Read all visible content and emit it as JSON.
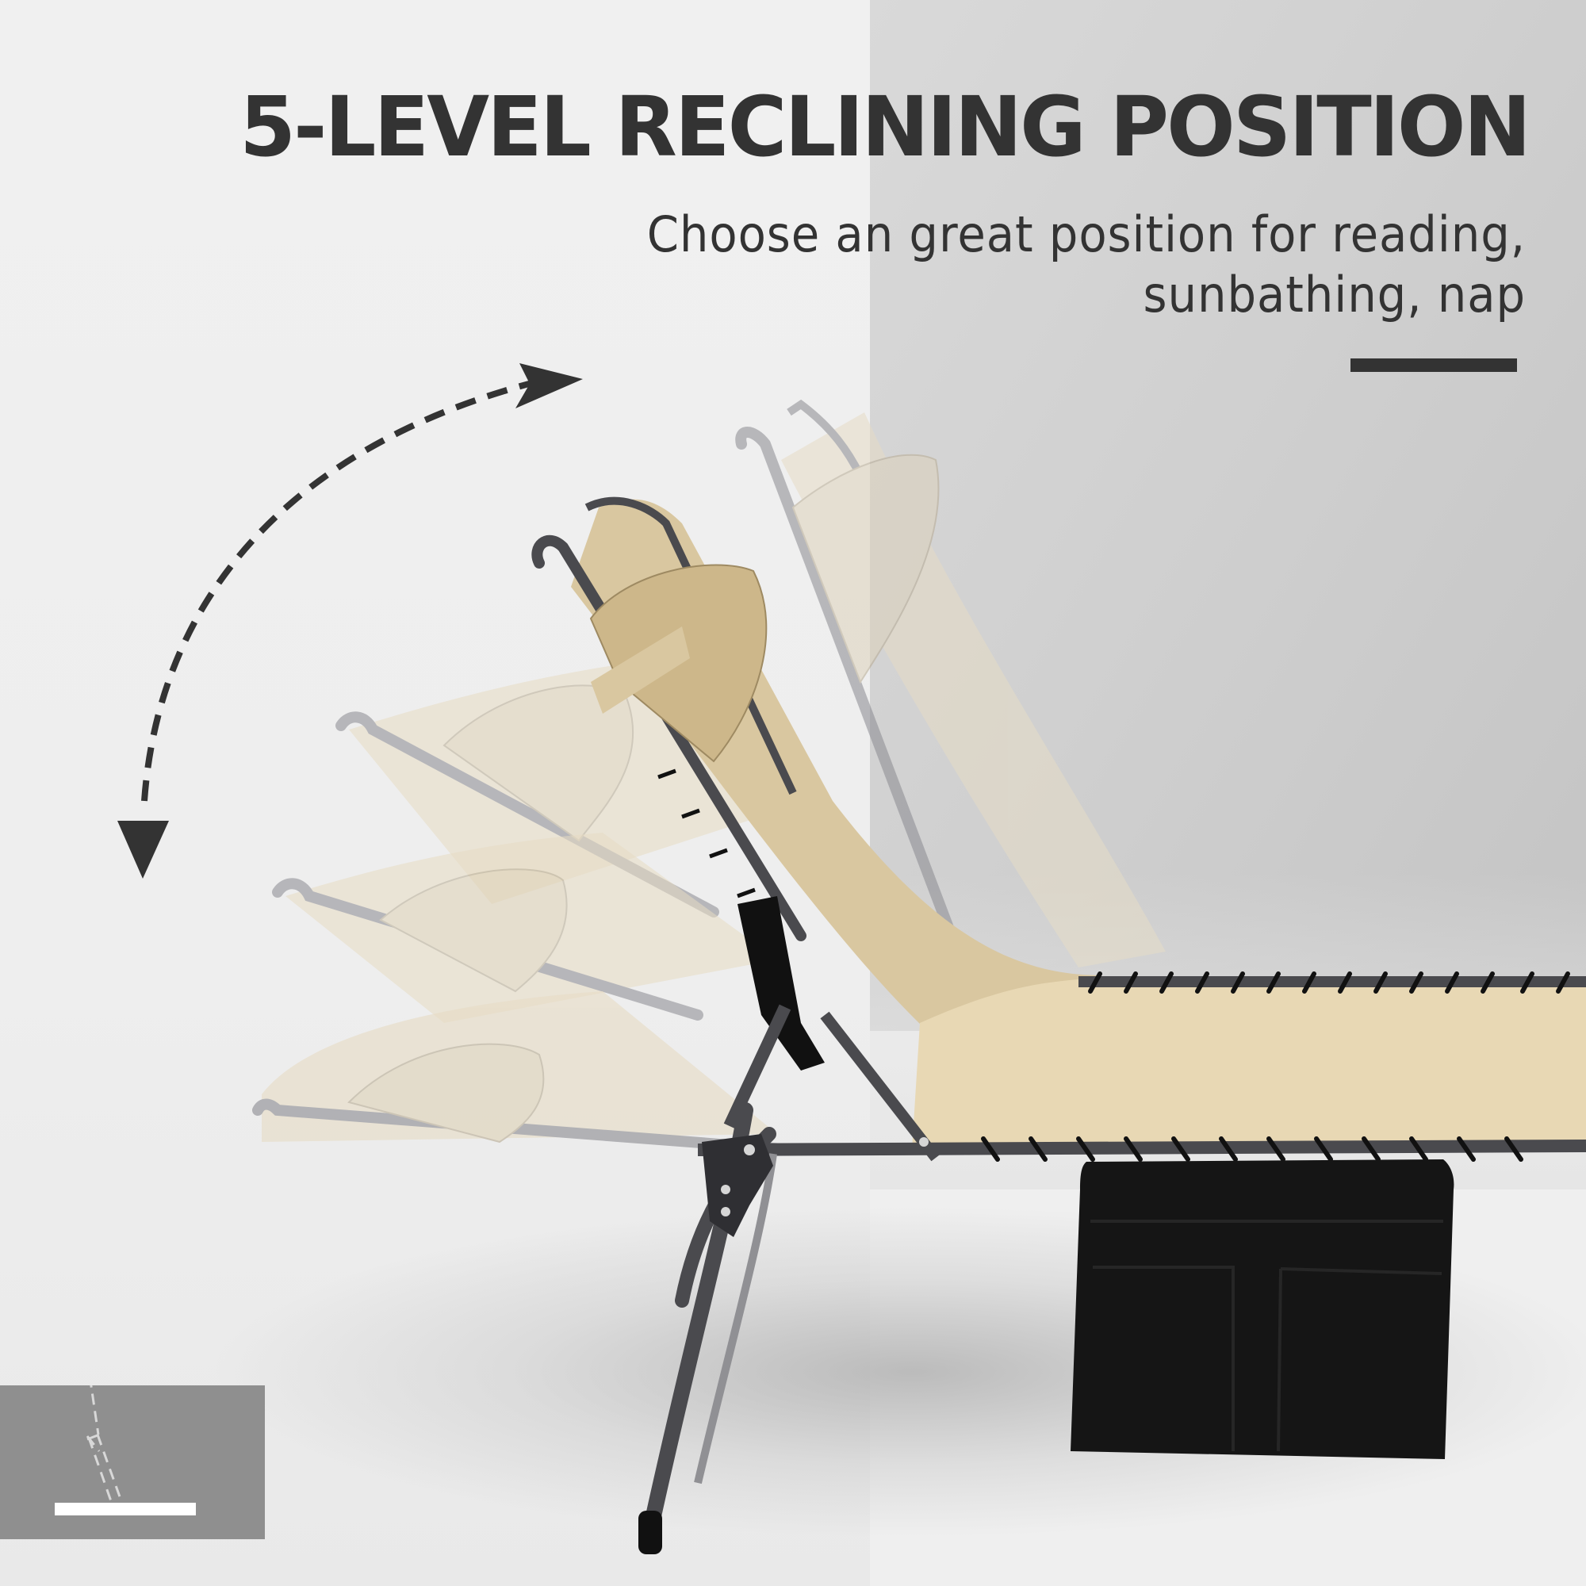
{
  "feature": {
    "headline": "5-LEVEL RECLINING POSITION",
    "subtitle_line1": "Choose an great position for reading,",
    "subtitle_line2": "sunbathing, nap"
  },
  "product": {
    "name": "folding reclining sun lounger",
    "fabric_color": "#e8d8b4",
    "frame_color": "#4a4a4e",
    "pocket_color": "#151515",
    "recline_levels": 5
  },
  "icons": {
    "recline_arrow": "curved-dashed-double-arrow",
    "badge": "backrest-recline-icon"
  },
  "colors": {
    "text": "#333333",
    "accent_bar": "#333333",
    "background_left": "#efefef",
    "background_right": "#cfcfcf",
    "badge_bg": "#8f8f8f"
  }
}
